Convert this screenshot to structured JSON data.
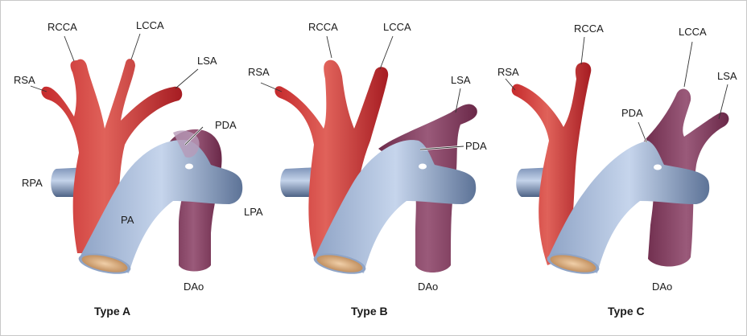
{
  "figure": {
    "panels": [
      {
        "id": "A",
        "title": "Type A",
        "labels": {
          "rcca": "RCCA",
          "lcca": "LCCA",
          "lsa": "LSA",
          "rsa": "RSA",
          "pda": "PDA",
          "rpa": "RPA",
          "pa": "PA",
          "lpa": "LPA",
          "dao": "DAo"
        }
      },
      {
        "id": "B",
        "title": "Type B",
        "labels": {
          "rcca": "RCCA",
          "lcca": "LCCA",
          "lsa": "LSA",
          "rsa": "RSA",
          "pda": "PDA",
          "dao": "DAo"
        }
      },
      {
        "id": "C",
        "title": "Type C",
        "labels": {
          "rcca": "RCCA",
          "lcca": "LCCA",
          "lsa": "LSA",
          "rsa": "RSA",
          "pda": "PDA",
          "dao": "DAo"
        }
      }
    ]
  },
  "colors": {
    "aorta": "#d9423f",
    "aorta_dark": "#a81e22",
    "pulmonary": "#a9bcdc",
    "pulmonary_dark": "#5b6f92",
    "ductal": "#8a4a6e",
    "ductal_dark": "#6a2a4a",
    "valve": "#d9a877"
  }
}
